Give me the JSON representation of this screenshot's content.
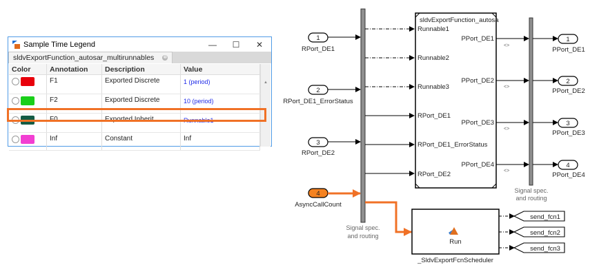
{
  "legend_window": {
    "title": "Sample Time Legend",
    "window_controls": {
      "minimize": "—",
      "maximize": "☐",
      "close": "✕"
    },
    "tab": {
      "label": "sldvExportFunction_autosar_multirunnables",
      "close_icon": "⊗"
    },
    "columns": [
      "Color",
      "Annotation",
      "Description",
      "Value"
    ],
    "rows": [
      {
        "color": "#e8000b",
        "annotation": "F1",
        "description": "Exported Discrete",
        "value": "1  (period)",
        "value_is_link": true
      },
      {
        "color": "#19cf19",
        "annotation": "F2",
        "description": "Exported Discrete",
        "value": "10  (period)",
        "value_is_link": true
      },
      {
        "color": "#155c45",
        "annotation": "F0",
        "description": "Exported Inherit",
        "value": "Runnable1",
        "value_is_link": true,
        "highlighted": true
      },
      {
        "color": "#f23fd2",
        "annotation": "Inf",
        "description": "Constant",
        "value": "Inf",
        "value_is_link": false
      }
    ],
    "scroll_up_icon": "▲"
  },
  "colors": {
    "highlight": "#f07126",
    "async_port": "#f58220",
    "link_text": "#1f2be8",
    "window_border": "#4f9be6"
  },
  "diagram": {
    "inports": [
      {
        "number": "1",
        "label": "RPort_DE1"
      },
      {
        "number": "2",
        "label": "RPort_DE1_ErrorStatus"
      },
      {
        "number": "3",
        "label": "RPort_DE2"
      },
      {
        "number": "4",
        "label": "AsyncCallCount",
        "highlighted": true
      }
    ],
    "left_bus_label_line1": "Signal spec.",
    "left_bus_label_line2": "and routing",
    "right_bus_label_line1": "Signal spec.",
    "right_bus_label_line2": "and routing",
    "subsystem": {
      "title": "sldvExportFunction_autosa",
      "inputs": [
        "Runnable1",
        "Runnable2",
        "Runnable3",
        "RPort_DE1",
        "RPort_DE1_ErrorStatus",
        "RPort_DE2"
      ],
      "outputs": [
        "PPort_DE1",
        "PPort_DE2",
        "PPort_DE3",
        "PPort_DE4"
      ],
      "output_line_marker": "<>"
    },
    "outports": [
      {
        "number": "1",
        "label": "PPort_DE1"
      },
      {
        "number": "2",
        "label": "PPort_DE2"
      },
      {
        "number": "3",
        "label": "PPort_DE3"
      },
      {
        "number": "4",
        "label": "PPort_DE4"
      }
    ],
    "scheduler": {
      "run_label": "Run",
      "name": "_SldvExportFcnScheduler",
      "outputs": [
        "send_fcn1",
        "send_fcn2",
        "send_fcn3"
      ]
    }
  }
}
